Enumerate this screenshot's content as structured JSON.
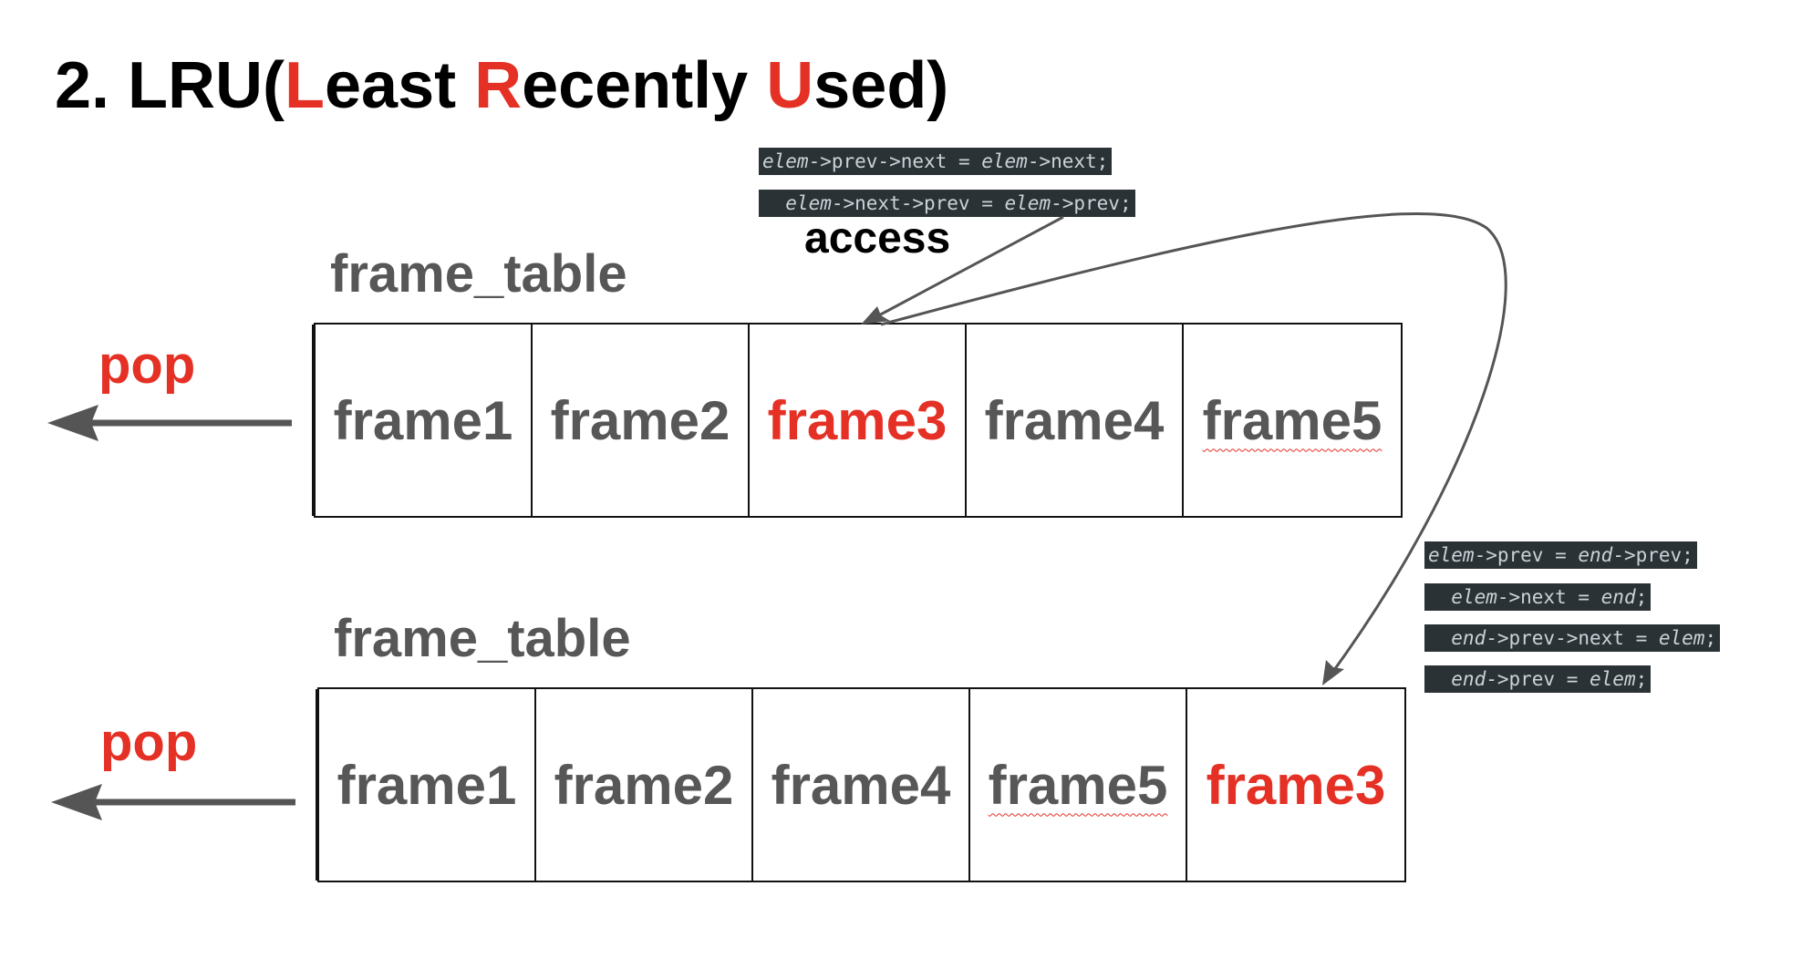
{
  "title": {
    "prefix": "2. LRU(",
    "l": "L",
    "east": "east ",
    "r": "R",
    "ecently": "ecently ",
    "u": "U",
    "sed": "sed)"
  },
  "top": {
    "label": "frame_table",
    "pop_label": "pop",
    "access_label": "access",
    "frames": [
      "frame1",
      "frame2",
      "frame3",
      "frame4",
      "frame5"
    ],
    "code": [
      [
        "elem",
        "->prev->next = ",
        "elem",
        "->next;"
      ],
      [
        "  elem",
        "->next->prev = ",
        "elem",
        "->prev;"
      ]
    ]
  },
  "bottom": {
    "label": "frame_table",
    "pop_label": "pop",
    "frames": [
      "frame1",
      "frame2",
      "frame4",
      "frame5",
      "frame3"
    ],
    "code": [
      [
        "elem",
        "->prev = ",
        "end",
        "->prev;"
      ],
      [
        "  elem",
        "->next = ",
        "end",
        ";"
      ],
      [
        "  end",
        "->prev->next = ",
        "elem",
        ";"
      ],
      [
        "  end",
        "->prev = ",
        "elem",
        ";"
      ]
    ]
  },
  "colors": {
    "accent": "#e53025",
    "text_gray": "#575757",
    "arrow": "#555555",
    "code_bg": "#2b3236"
  }
}
